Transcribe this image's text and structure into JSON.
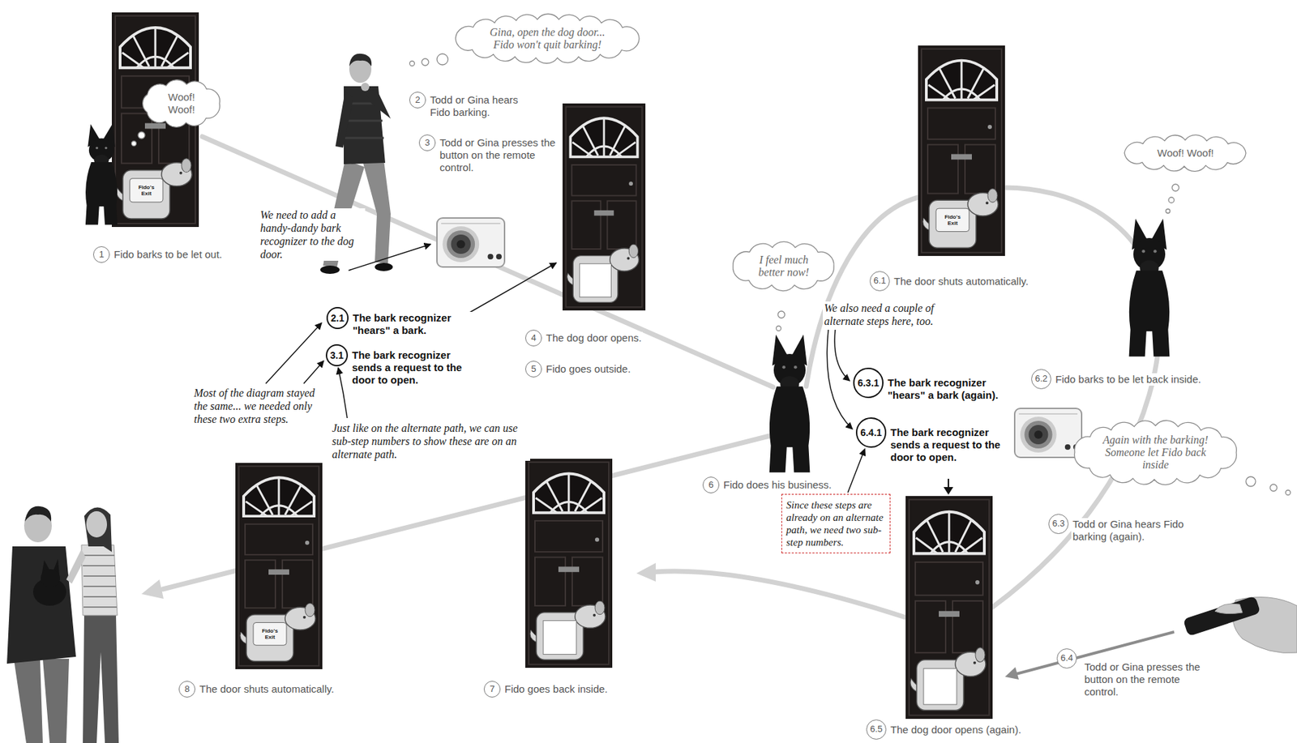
{
  "diagram": {
    "nodes": [
      {
        "text": [
          "Woof! Woof!"
        ]
      },
      {
        "text": [
          "1",
          "Fido barks to be let out."
        ]
      },
      {
        "text": [
          "Gina, open the dog door... Fido won't quit barking!"
        ]
      },
      {
        "text": [
          "2",
          "Todd or Gina hears Fido barking."
        ]
      },
      {
        "text": [
          "3",
          "Todd or Gina presses the button on the remote control."
        ]
      },
      {
        "text": [
          "2.1",
          "The bark recognizer \"hears\" a bark."
        ]
      },
      {
        "text": [
          "3.1",
          "The bark recognizer sends a request to the door to open."
        ]
      },
      {
        "text": [
          "4",
          "The dog door opens."
        ]
      },
      {
        "text": [
          "5",
          "Fido goes outside."
        ]
      },
      {
        "text": [
          "I feel much better now!"
        ]
      },
      {
        "text": [
          "6.1",
          "The door shuts automatically."
        ]
      },
      {
        "text": [
          "Woof! Woof!"
        ]
      },
      {
        "text": [
          "6.2",
          "Fido barks to be let back inside."
        ]
      },
      {
        "text": [
          "6.3.1",
          "The bark recognizer \"hears\" a bark (again)."
        ]
      },
      {
        "text": [
          "6.4.1",
          "The bark recognizer sends a request to the door to open."
        ]
      },
      {
        "text": [
          "Since these steps are already on an alternate path, we need two sub-step numbers."
        ]
      },
      {
        "text": [
          "6",
          "Fido does his business."
        ]
      },
      {
        "text": [
          "Again with the barking! Someone let Fido back inside"
        ]
      },
      {
        "text": [
          "6.3",
          "Todd or Gina hears Fido barking (again)."
        ]
      },
      {
        "text": [
          "6.4",
          "Todd or Gina presses the button on the remote control."
        ]
      },
      {
        "text": [
          "6.5",
          "The dog door opens (again)."
        ]
      },
      {
        "text": [
          "7",
          "Fido goes back inside."
        ]
      },
      {
        "text": [
          "8",
          "The door shuts automatically."
        ]
      }
    ],
    "edges": [
      {
        "from": 15,
        "to": 14,
        "arrow": "to"
      }
    ],
    "labels": [
      "Fido's Exit",
      "Fido's Exit",
      "Fido's Exit",
      "We need to add a handy-dandy bark recognizer to the dog door.",
      "Most of the diagram stayed the same... we needed only these two extra steps.",
      "Just like on the alternate path, we can use sub-step numbers to show these are on an alternate path.",
      "We also need a couple of alternate steps here, too."
    ]
  }
}
